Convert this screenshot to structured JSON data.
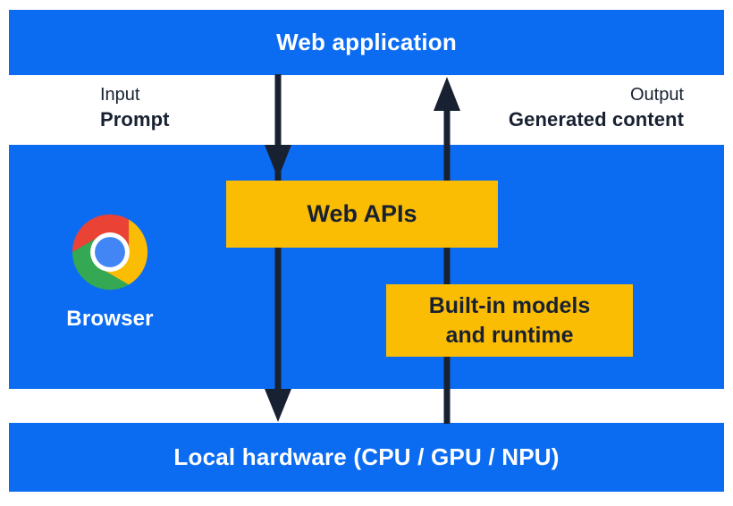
{
  "colors": {
    "layer_blue": "#0b6cf2",
    "highlight_yellow": "#fbbc04",
    "ink_navy": "#182131",
    "text_white": "#ffffff",
    "chrome_red": "#ea4335",
    "chrome_yellow": "#fbbc04",
    "chrome_green": "#34a853",
    "chrome_blue": "#4285f4"
  },
  "layers": {
    "top": {
      "label": "Web application"
    },
    "middle": {
      "browser_label": "Browser",
      "browser_icon": "chrome-logo-icon",
      "web_apis_label": "Web APIs",
      "builtin_line1": "Built-in models",
      "builtin_line2": "and runtime"
    },
    "bottom": {
      "label": "Local hardware (CPU / GPU / NPU)"
    }
  },
  "flow_labels": {
    "input_title": "Input",
    "input_value": "Prompt",
    "output_title": "Output",
    "output_value": "Generated content"
  },
  "arrows": [
    {
      "name": "prompt-down-arrow",
      "direction": "down",
      "from": "Web application",
      "to": "Local hardware (CPU / GPU / NPU)"
    },
    {
      "name": "generated-content-up-arrow",
      "direction": "up",
      "from": "Local hardware (CPU / GPU / NPU)",
      "to": "Web application"
    }
  ]
}
